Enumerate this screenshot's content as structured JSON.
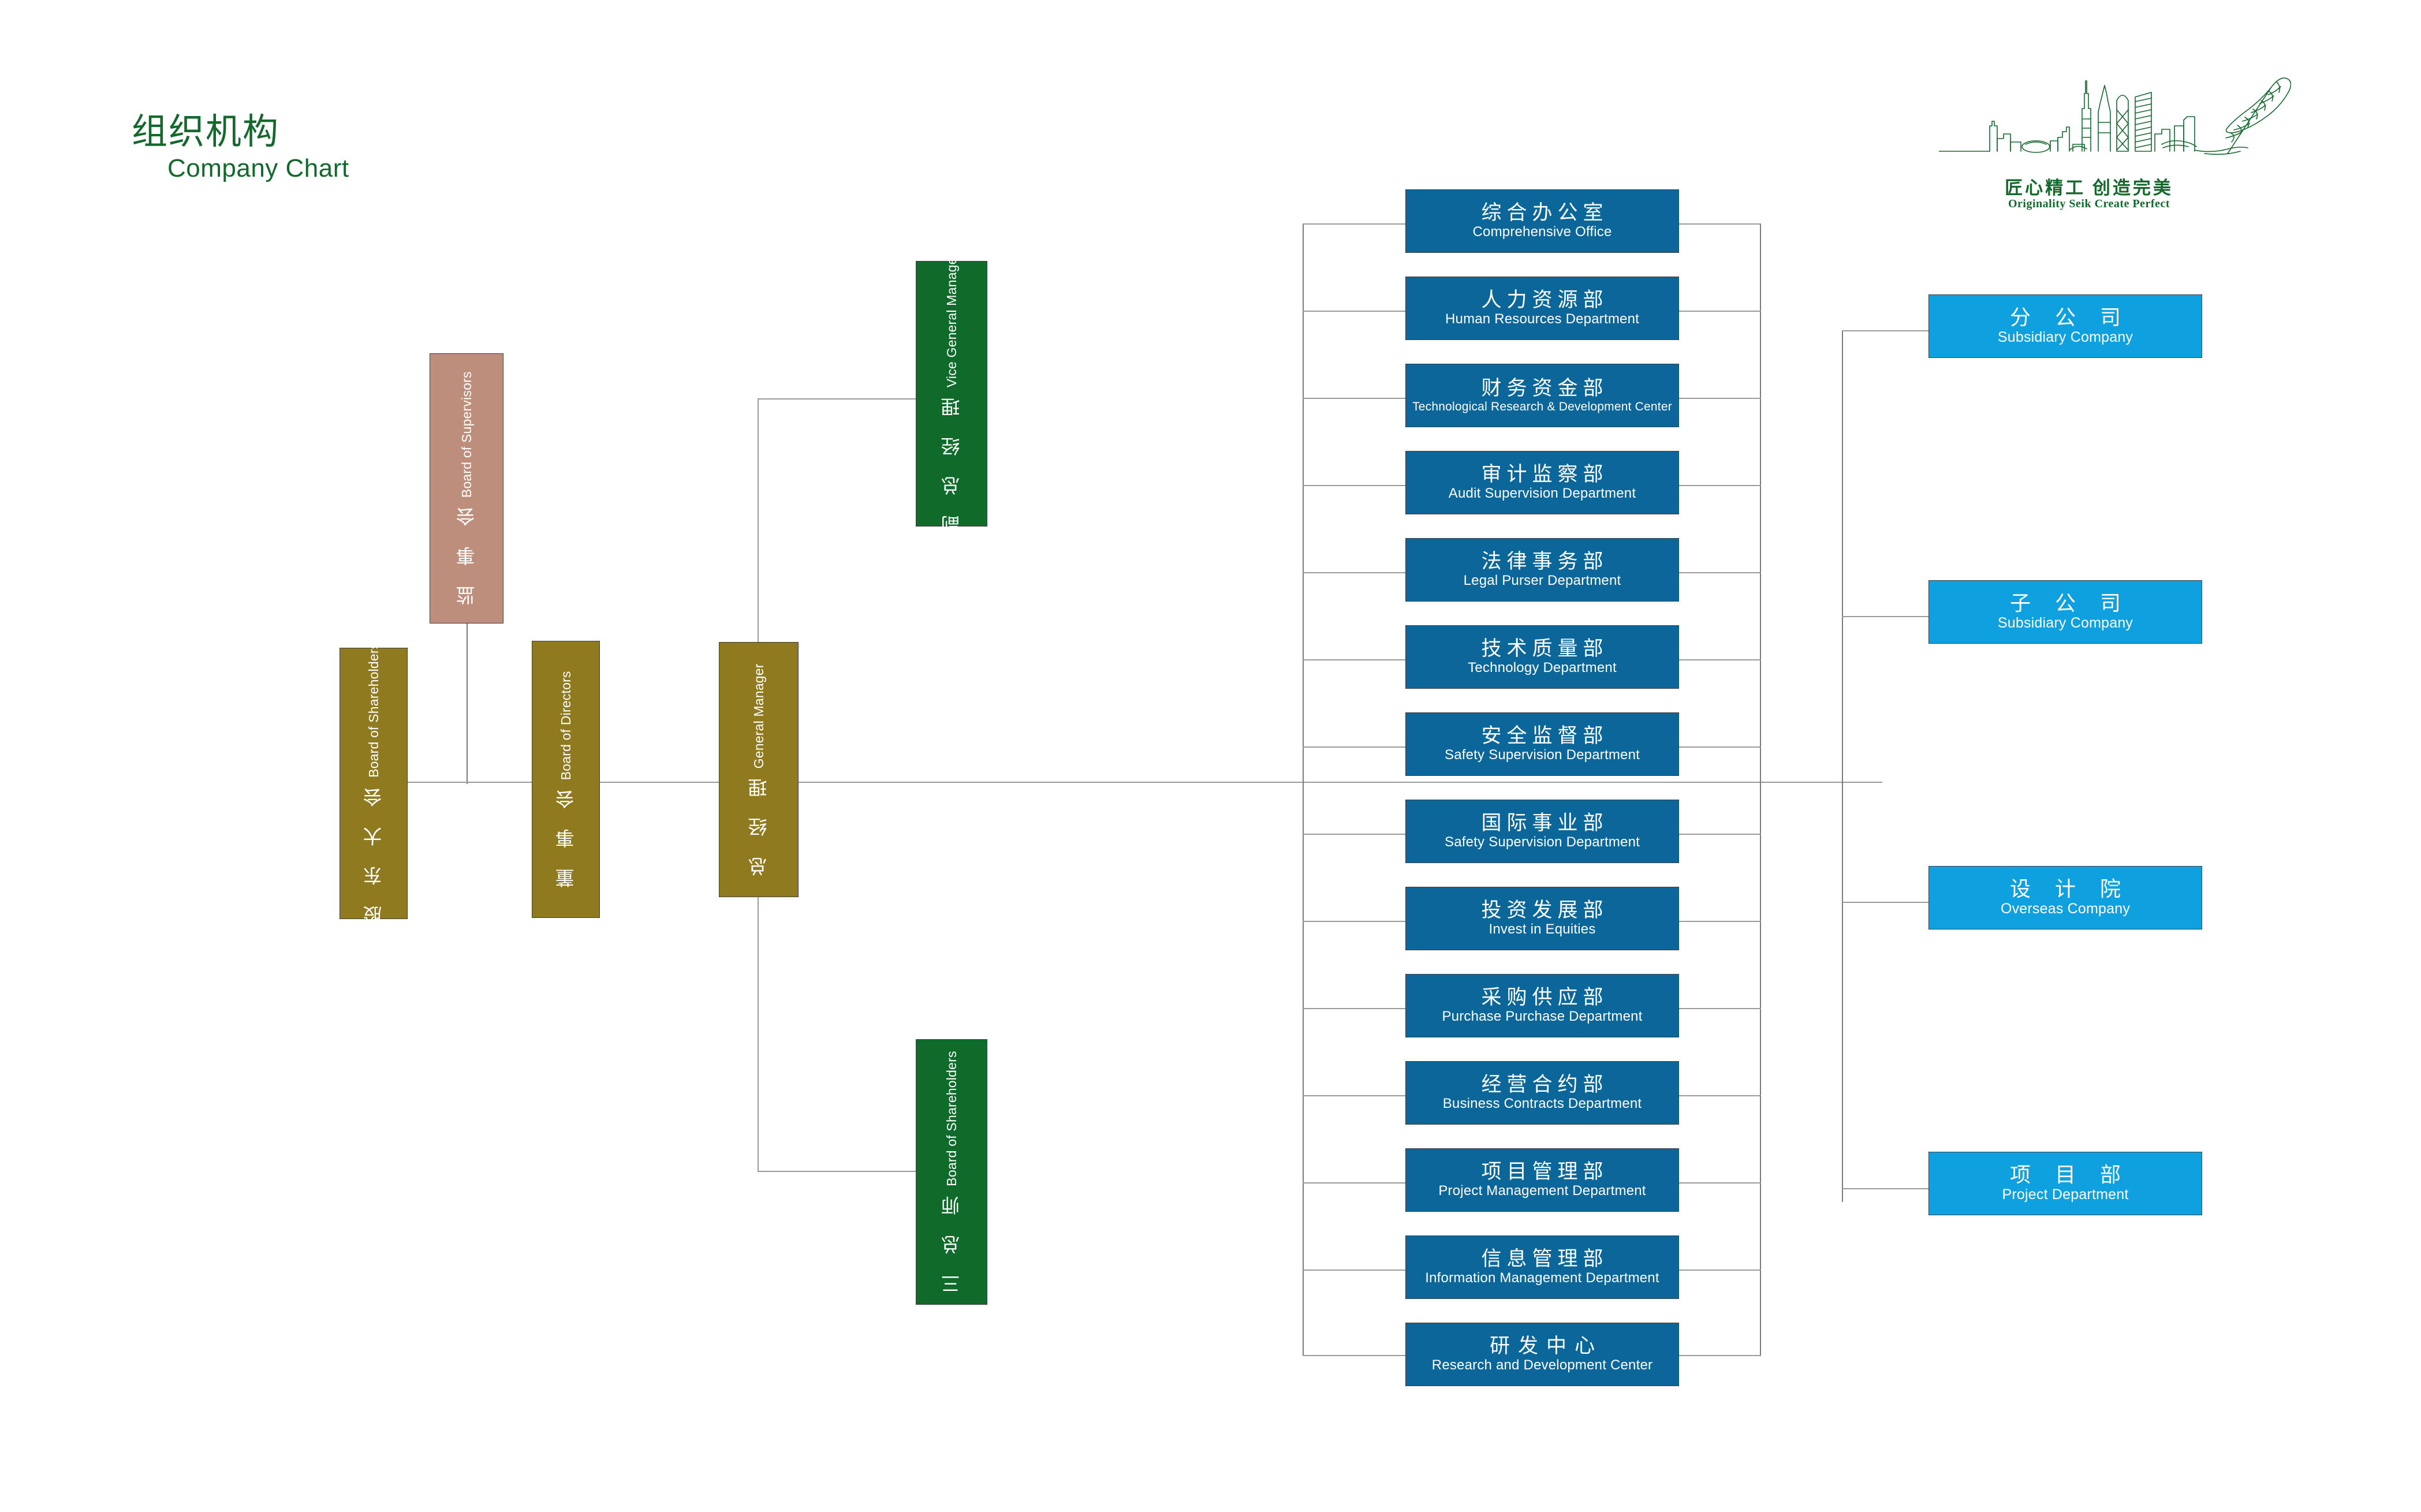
{
  "page": {
    "title_cn": "组织机构",
    "title_en": "Company Chart"
  },
  "logo": {
    "name": "company-logo",
    "slogan_cn": "匠心精工  创造完美",
    "slogan_en": "Originality Seik    Create Perfect",
    "color": "#13692B"
  },
  "colors": {
    "title_green": "#13692B",
    "supervisors_rose": "#BE8E7C",
    "governance_gold": "#907A1F",
    "manager_green": "#0E6B29",
    "department_blue": "#0B6699",
    "subsidiary_blue": "#0FA0E0",
    "line_gray": "#7A7A7A",
    "box_border": "#3F3F3F",
    "text_white": "#FFFFFF"
  },
  "governance": [
    {
      "id": "board-of-supervisors",
      "cn": "监 事 会",
      "en": "Board of Supervisors",
      "color": "#BE8E7C"
    },
    {
      "id": "board-of-shareholders",
      "cn": "股 东 大 会",
      "en": "Board of Shareholders",
      "color": "#907A1F"
    },
    {
      "id": "board-of-directors",
      "cn": "董 事 会",
      "en": "Board of Directors",
      "color": "#907A1F"
    },
    {
      "id": "general-manager",
      "cn": "总 经 理",
      "en": "General Manager",
      "color": "#907A1F"
    }
  ],
  "managers": [
    {
      "id": "vice-general-manager",
      "cn": "副 总 经 理",
      "en": "Vice General Manager",
      "color": "#0E6B29"
    },
    {
      "id": "three-chief-engineers",
      "cn": "三 总 师",
      "en": "Board of Shareholders",
      "color": "#0E6B29"
    }
  ],
  "departments": [
    {
      "id": "comprehensive-office",
      "cn": "综合办公室",
      "en": "Comprehensive Office"
    },
    {
      "id": "human-resources-department",
      "cn": "人力资源部",
      "en": "Human Resources Department"
    },
    {
      "id": "finance-department",
      "cn": "财务资金部",
      "en": "Technological Research & Development Center"
    },
    {
      "id": "audit-supervision-department",
      "cn": "审计监察部",
      "en": "Audit Supervision Department"
    },
    {
      "id": "legal-purser-department",
      "cn": "法律事务部",
      "en": "Legal Purser Department"
    },
    {
      "id": "technology-department",
      "cn": "技术质量部",
      "en": "Technology Department"
    },
    {
      "id": "safety-supervision-department",
      "cn": "安全监督部",
      "en": "Safety Supervision Department"
    },
    {
      "id": "international-business-department",
      "cn": "国际事业部",
      "en": "Safety Supervision Department"
    },
    {
      "id": "invest-in-equities",
      "cn": "投资发展部",
      "en": "Invest in Equities"
    },
    {
      "id": "purchase-department",
      "cn": "采购供应部",
      "en": "Purchase Purchase Department"
    },
    {
      "id": "business-contracts-department",
      "cn": "经营合约部",
      "en": "Business Contracts Department"
    },
    {
      "id": "project-management-department",
      "cn": "项目管理部",
      "en": "Project Management Department"
    },
    {
      "id": "information-management-department",
      "cn": "信息管理部",
      "en": "Information Management Department"
    },
    {
      "id": "research-and-development-center",
      "cn": "研发中心",
      "en": "Research and Development Center"
    }
  ],
  "subsidiaries": [
    {
      "id": "branch-company",
      "cn": "分 公 司",
      "en": "Subsidiary Company"
    },
    {
      "id": "subsidiary-company",
      "cn": "子 公 司",
      "en": "Subsidiary Company"
    },
    {
      "id": "design-institute",
      "cn": "设 计 院",
      "en": "Overseas Company"
    },
    {
      "id": "project-department",
      "cn": "项 目 部",
      "en": "Project Department"
    }
  ]
}
